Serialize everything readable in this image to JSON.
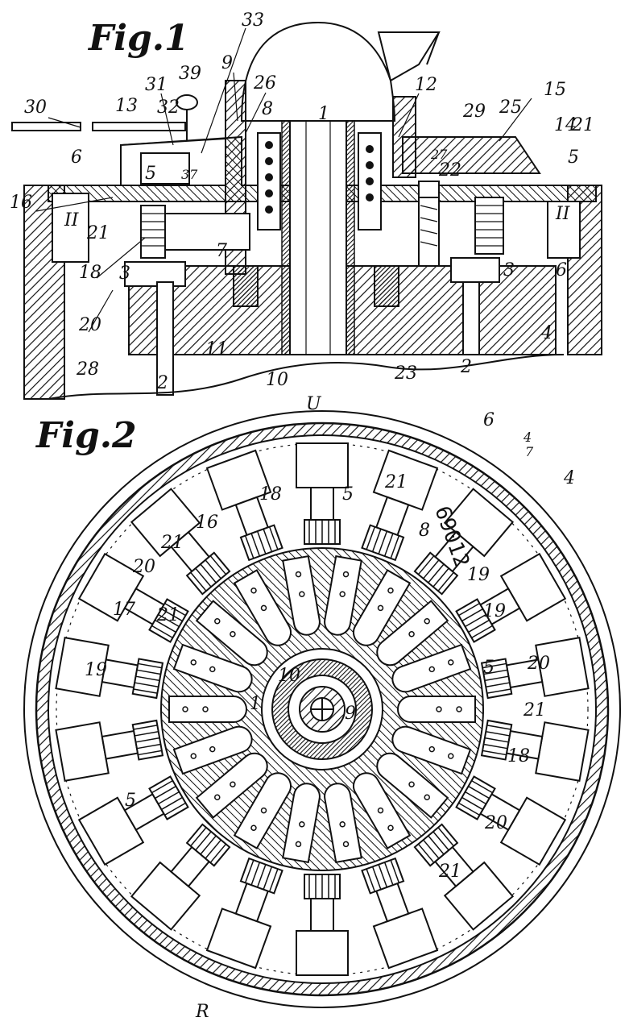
{
  "figures": [
    {
      "id": "fig1",
      "title": "Fig.1"
    },
    {
      "id": "fig2",
      "title": "Fig.2"
    }
  ],
  "fig1_labels": [
    {
      "text": "33"
    },
    {
      "text": "39"
    },
    {
      "text": "9"
    },
    {
      "text": "26"
    },
    {
      "text": "1"
    },
    {
      "text": "12"
    },
    {
      "text": "29"
    },
    {
      "text": "25"
    },
    {
      "text": "15"
    },
    {
      "text": "30"
    },
    {
      "text": "31"
    },
    {
      "text": "32"
    },
    {
      "text": "13"
    },
    {
      "text": "8"
    },
    {
      "text": "14"
    },
    {
      "text": "21"
    },
    {
      "text": "6"
    },
    {
      "text": "5"
    },
    {
      "text": "37"
    },
    {
      "text": "27"
    },
    {
      "text": "22"
    },
    {
      "text": "5"
    },
    {
      "text": "16"
    },
    {
      "text": "II"
    },
    {
      "text": "21"
    },
    {
      "text": "II"
    },
    {
      "text": "18"
    },
    {
      "text": "3"
    },
    {
      "text": "7"
    },
    {
      "text": "3"
    },
    {
      "text": "6"
    },
    {
      "text": "20"
    },
    {
      "text": "4"
    },
    {
      "text": "11"
    },
    {
      "text": "28"
    },
    {
      "text": "2"
    },
    {
      "text": "10"
    },
    {
      "text": "23"
    },
    {
      "text": "2"
    }
  ],
  "fig2_labels": [
    {
      "text": "U"
    },
    {
      "text": "6"
    },
    {
      "text": "4"
    },
    {
      "text": "7"
    },
    {
      "text": "4"
    },
    {
      "text": "21"
    },
    {
      "text": "18"
    },
    {
      "text": "5"
    },
    {
      "text": "16"
    },
    {
      "text": "8"
    },
    {
      "text": "21"
    },
    {
      "text": "20"
    },
    {
      "text": "19"
    },
    {
      "text": "17"
    },
    {
      "text": "21"
    },
    {
      "text": "19"
    },
    {
      "text": "5"
    },
    {
      "text": "19"
    },
    {
      "text": "10"
    },
    {
      "text": "20"
    },
    {
      "text": "1"
    },
    {
      "text": "9"
    },
    {
      "text": "21"
    },
    {
      "text": "18"
    },
    {
      "text": "5"
    },
    {
      "text": "20"
    },
    {
      "text": "21"
    },
    {
      "text": "R"
    }
  ],
  "counter_reading": "69012",
  "colors": {
    "ink": "#111111",
    "paper": "#ffffff"
  }
}
